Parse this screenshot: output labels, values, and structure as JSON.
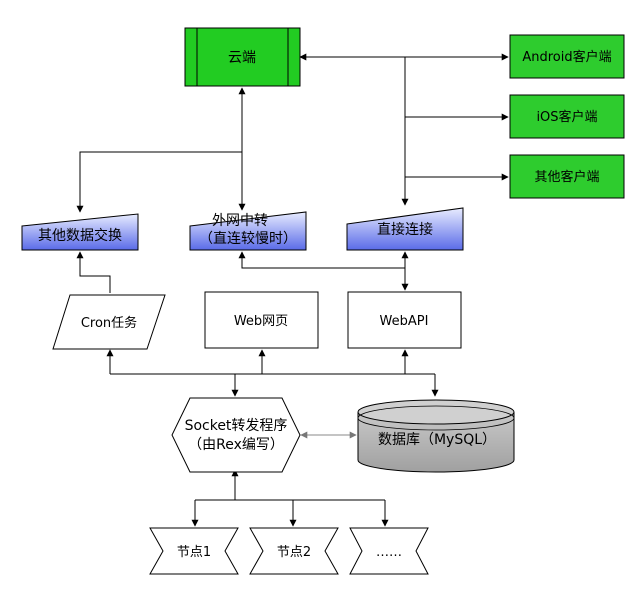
{
  "colors": {
    "cloud_fill": "#22cc22",
    "client_fill": "#2ecc2e",
    "gradient_top": "#e8ecff",
    "gradient_bottom": "#5a6be8",
    "db_fill": "#b8b8b8",
    "line": "#000000"
  },
  "nodes": {
    "cloud": "云端",
    "android": "Android客户端",
    "ios": "iOS客户端",
    "other_clients": "其他客户端",
    "other_exchange": "其他数据交换",
    "relay_line1": "外网中转",
    "relay_line2": "（直连较慢时）",
    "direct": "直接连接",
    "cron": "Cron任务",
    "webpage": "Web网页",
    "webapi": "WebAPI",
    "socket_line1": "Socket转发程序",
    "socket_line2": "（由Rex编写）",
    "database": "数据库（MySQL）",
    "node1": "节点1",
    "node2": "节点2",
    "node_more": "……"
  }
}
